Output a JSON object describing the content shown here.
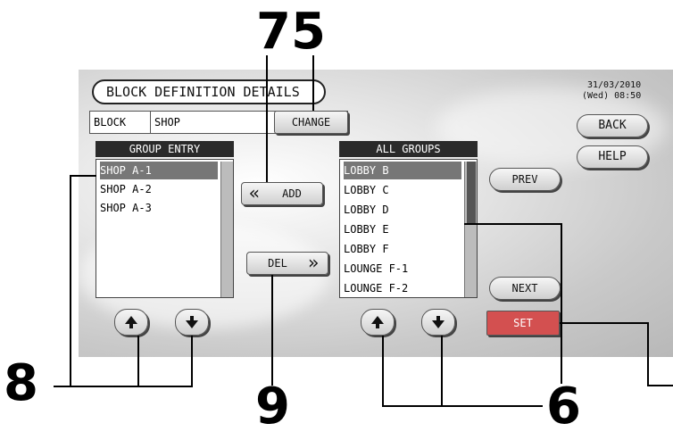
{
  "title": "BLOCK DEFINITION DETAILS",
  "datetime": {
    "date": "31/03/2010",
    "day_time": "(Wed) 08:50"
  },
  "block": {
    "label": "BLOCK",
    "value": "SHOP",
    "change_label": "CHANGE"
  },
  "group_entry": {
    "header": "GROUP ENTRY",
    "items": [
      "SHOP A-1",
      "SHOP A-2",
      "SHOP A-3"
    ],
    "selected_index": 0
  },
  "all_groups": {
    "header": "ALL GROUPS",
    "items": [
      "LOBBY B",
      "LOBBY C",
      "LOBBY D",
      "LOBBY E",
      "LOBBY F",
      "LOUNGE F-1",
      "LOUNGE F-2"
    ],
    "selected_index": 0
  },
  "buttons": {
    "add": "ADD",
    "add_arrow": "«",
    "del": "DEL",
    "del_arrow": "»",
    "prev": "PREV",
    "next": "NEXT",
    "set": "SET",
    "back": "BACK",
    "help": "HELP"
  },
  "callouts": {
    "c7": "7",
    "c5": "5",
    "c8": "8",
    "c9": "9",
    "c6": "6"
  },
  "icons": {
    "up": "up-arrow-icon",
    "down": "down-arrow-icon"
  },
  "colors": {
    "set_button": "#d35050",
    "header_bg": "#2a2a2a",
    "selection": "#777777"
  }
}
